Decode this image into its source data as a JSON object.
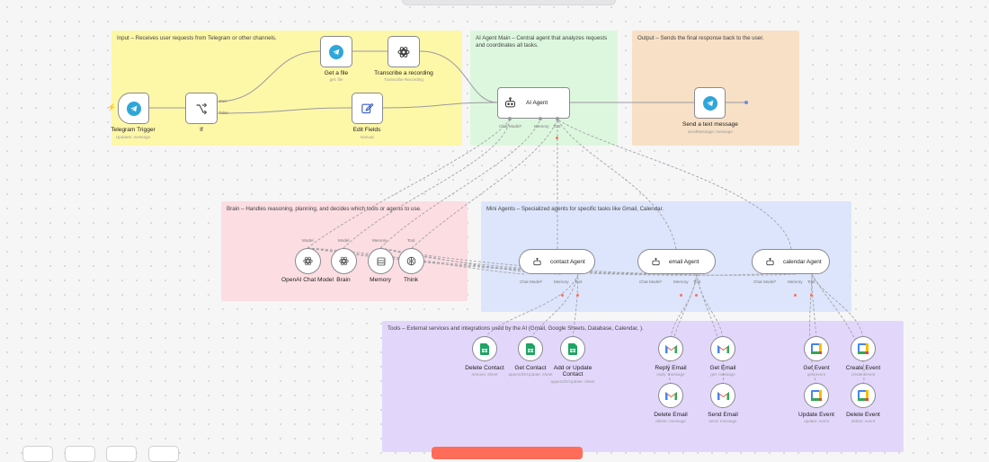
{
  "stickies": {
    "input": "Input – Receives user requests from Telegram or other channels.",
    "ai_main": "AI Agent Main – Central agent that analyzes requests and coordinates all tasks.",
    "output": "Output – Sends the final response back to the user.",
    "brain": "Brain – Handles reasoning, planning, and decides which tools or agents to use.",
    "mini_agents": "Mini Agents – Specialized agents for specific tasks like Gmail, Calendar.",
    "tools": "Tools – External services and integrations used by the AI (Gmail, Google Sheets, Database, Calendar, )."
  },
  "nodes": {
    "telegram_trigger": {
      "label": "Telegram Trigger",
      "sub": "Updates: message"
    },
    "if": {
      "label": "If",
      "true_label": "true",
      "false_label": "false"
    },
    "get_file": {
      "label": "Get a file",
      "sub": "get: file"
    },
    "transcribe": {
      "label": "Transcribe a recording",
      "sub": "Transcribe Recording"
    },
    "edit_fields": {
      "label": "Edit Fields",
      "sub": "manual"
    },
    "ai_agent": {
      "label": "AI Agent",
      "ports": [
        "Chat Model*",
        "Memory",
        "Tool"
      ]
    },
    "send_message": {
      "label": "Send a text message",
      "sub": "sendMessage: message"
    },
    "openai_model": {
      "label": "OpenAI Chat Model",
      "port": "Model"
    },
    "brain": {
      "label": "Brain",
      "port": "Model"
    },
    "memory": {
      "label": "Memory",
      "port": "Memory"
    },
    "think": {
      "label": "Think",
      "port": "Tool"
    },
    "contact_agent": {
      "label": "contact Agent",
      "ports": [
        "Chat Model*",
        "Memory",
        "Tool"
      ]
    },
    "email_agent": {
      "label": "email Agent",
      "ports": [
        "Chat Model*",
        "Memory",
        "Tool"
      ]
    },
    "calendar_agent": {
      "label": "calendar Agent",
      "ports": [
        "Chat Model*",
        "Memory",
        "Tool"
      ]
    },
    "delete_contact": {
      "label": "Delete Contact",
      "sub": "remove: sheet"
    },
    "get_contact": {
      "label": "Get Contact",
      "sub": "appendOrUpdate: sheet"
    },
    "add_update_contact": {
      "label": "Add or Update Contact",
      "label_line1": "Add or Update",
      "label_line2": "Contact",
      "sub": "appendOrUpdate: sheet"
    },
    "reply_email": {
      "label": "Reply Email",
      "sub": "reply: message"
    },
    "get_email": {
      "label": "Get Email",
      "sub": "get: message"
    },
    "delete_email": {
      "label": "Delete Email",
      "sub": "delete: message"
    },
    "send_email": {
      "label": "Send Email",
      "sub": "send: message"
    },
    "get_event": {
      "label": "Get Event",
      "sub": "get: event"
    },
    "create_event": {
      "label": "Create Event",
      "sub": "create: event"
    },
    "update_event": {
      "label": "Update Event",
      "sub": "update: event"
    },
    "delete_event": {
      "label": "Delete Event",
      "sub": "delete: event"
    }
  },
  "colors": {
    "input_sticky": "#fdf7a8",
    "ai_sticky": "#ddf7de",
    "output_sticky": "#f7e0c5",
    "brain_sticky": "#fbdde2",
    "mini_sticky": "#dce5fb",
    "tools_sticky": "#e2d7fb",
    "accent": "#ff6d5a",
    "telegram": "#2ea6da"
  },
  "icons": {
    "telegram": "telegram-icon",
    "if": "branch-icon",
    "openai": "openai-icon",
    "edit": "pencil-icon",
    "robot": "robot-icon",
    "memory": "database-icon",
    "think": "brain-icon",
    "gmail": "gmail-icon",
    "sheets": "google-sheets-icon",
    "calendar": "google-calendar-icon"
  }
}
